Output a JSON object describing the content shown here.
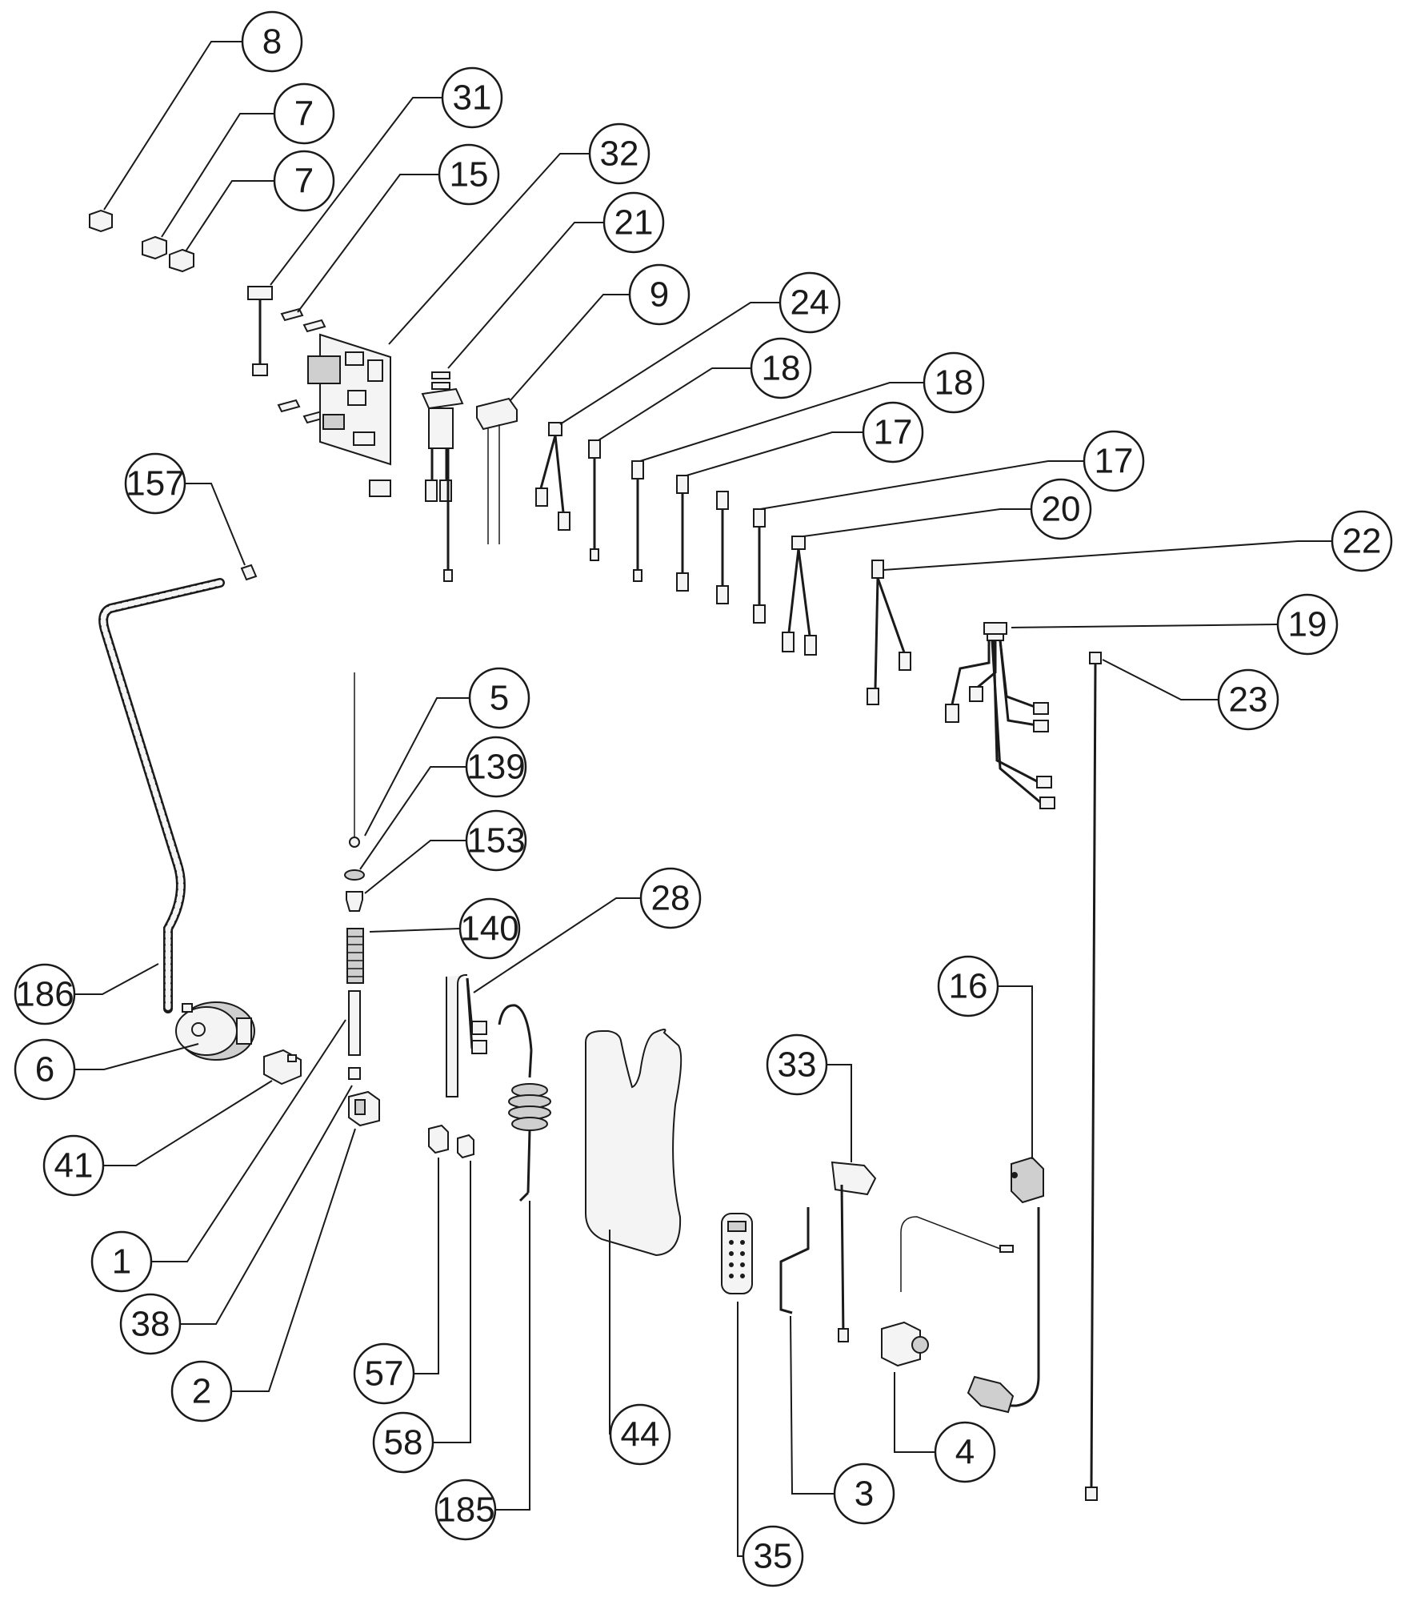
{
  "callouts": [
    {
      "id": "c-8",
      "label": "8"
    },
    {
      "id": "c-7a",
      "label": "7"
    },
    {
      "id": "c-7b",
      "label": "7"
    },
    {
      "id": "c-31",
      "label": "31"
    },
    {
      "id": "c-15",
      "label": "15"
    },
    {
      "id": "c-32",
      "label": "32"
    },
    {
      "id": "c-21",
      "label": "21"
    },
    {
      "id": "c-9",
      "label": "9"
    },
    {
      "id": "c-24",
      "label": "24"
    },
    {
      "id": "c-18a",
      "label": "18"
    },
    {
      "id": "c-18b",
      "label": "18"
    },
    {
      "id": "c-17a",
      "label": "17"
    },
    {
      "id": "c-17b",
      "label": "17"
    },
    {
      "id": "c-20",
      "label": "20"
    },
    {
      "id": "c-22",
      "label": "22"
    },
    {
      "id": "c-19",
      "label": "19"
    },
    {
      "id": "c-23",
      "label": "23"
    },
    {
      "id": "c-157",
      "label": "157"
    },
    {
      "id": "c-5",
      "label": "5"
    },
    {
      "id": "c-139",
      "label": "139"
    },
    {
      "id": "c-153",
      "label": "153"
    },
    {
      "id": "c-140",
      "label": "140"
    },
    {
      "id": "c-28",
      "label": "28"
    },
    {
      "id": "c-186",
      "label": "186"
    },
    {
      "id": "c-6",
      "label": "6"
    },
    {
      "id": "c-41",
      "label": "41"
    },
    {
      "id": "c-1",
      "label": "1"
    },
    {
      "id": "c-38",
      "label": "38"
    },
    {
      "id": "c-2",
      "label": "2"
    },
    {
      "id": "c-57",
      "label": "57"
    },
    {
      "id": "c-58",
      "label": "58"
    },
    {
      "id": "c-185",
      "label": "185"
    },
    {
      "id": "c-44",
      "label": "44"
    },
    {
      "id": "c-35",
      "label": "35"
    },
    {
      "id": "c-3",
      "label": "3"
    },
    {
      "id": "c-33",
      "label": "33"
    },
    {
      "id": "c-16",
      "label": "16"
    },
    {
      "id": "c-4",
      "label": "4"
    }
  ]
}
